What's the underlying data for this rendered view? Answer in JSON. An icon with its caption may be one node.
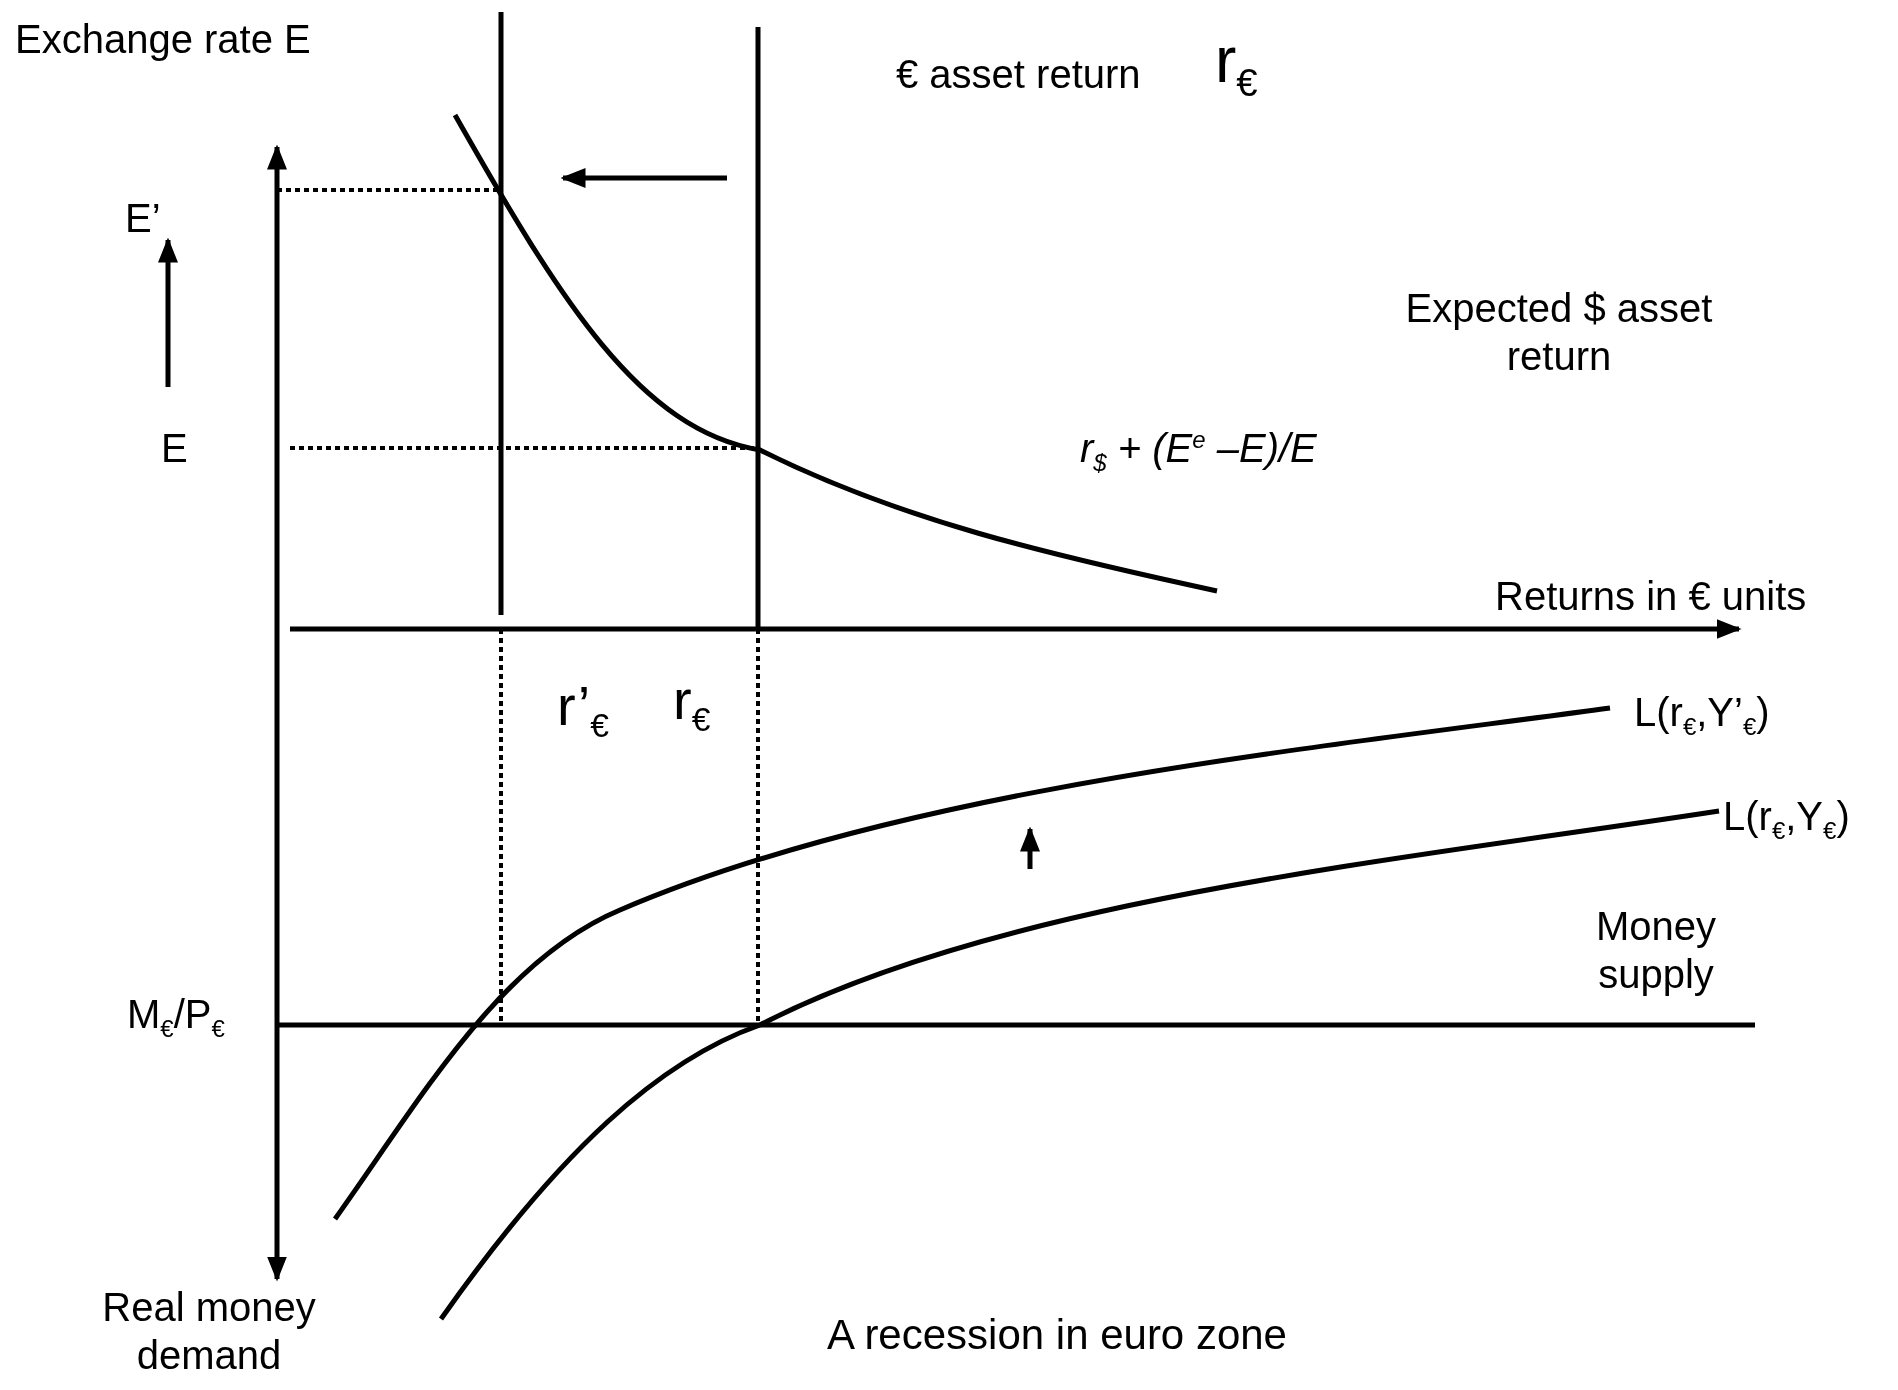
{
  "diagram": {
    "caption": "A recession in euro zone",
    "labels": [
      "Exchange rate E",
      "€ asset return",
      "r$_{€}$",
      "E’",
      "Expected $ asset return",
      "E",
      "r$_{$}$ +  (E$^{e}$ –E)/E",
      "Returns in € units",
      "r’$_{€}$",
      "r$_{€}$",
      "L(r$_{€}$,Y’$_{€}$)",
      "L(r$_{€}$,Y$_{€}$)",
      "Money supply",
      "M$_{€}$/P$_{€}$",
      "Real money demand"
    ]
  }
}
